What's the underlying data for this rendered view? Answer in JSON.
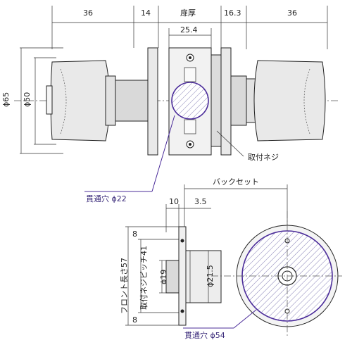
{
  "top_view": {
    "dim_left_knob": "36",
    "dim_rose_left": "14",
    "door_thickness": "扉厚",
    "dim_right_rose": "16.3",
    "dim_right_knob": "36",
    "dim_latch": "25.4",
    "phi_65": "ϕ65",
    "phi_50": "ϕ50",
    "mount_screw": "取付ネジ",
    "through_hole": "貫通穴 ϕ22"
  },
  "bottom_view": {
    "backset": "バックセット",
    "dim_10": "10",
    "dim_3_5": "3.5",
    "front_length": "フロント長さ57",
    "mount_pitch": "取付ネジピッチ41",
    "dim_8_top": "8",
    "dim_8_bottom": "8",
    "phi_19": "ϕ19",
    "phi_21_5": "ϕ21.5",
    "through_hole_54": "貫通穴 ϕ54"
  },
  "colors": {
    "highlight": "#4b2c9a",
    "part_fill": "#e9e9e9"
  }
}
